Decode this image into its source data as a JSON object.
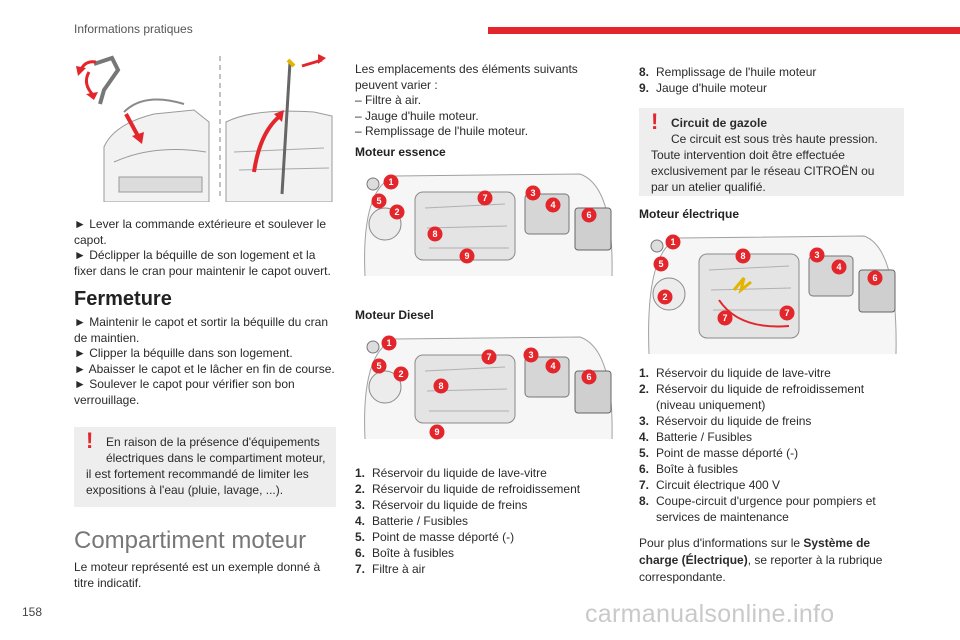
{
  "header": {
    "title": "Informations pratiques"
  },
  "footer": {
    "page_number": "158",
    "watermark": "carmanualsonline.info"
  },
  "col1": {
    "open_steps": [
      "Lever la commande extérieure et soulever le capot.",
      "Déclipper la béquille de son logement et la fixer dans le cran pour maintenir le capot ouvert."
    ],
    "fermeture_title": "Fermeture",
    "fermeture_steps": [
      "Maintenir le capot et sortir la béquille du cran de maintien.",
      "Clipper la béquille dans son logement.",
      "Abaisser le capot et le lâcher en fin de course.",
      "Soulever le capot pour vérifier son bon verrouillage."
    ],
    "warning_first": "En raison de la présence d'équipements électriques dans le compartiment moteur,",
    "warning_rest": "il est fortement recommandé de limiter les expositions à l'eau (pluie, lavage, ...).",
    "section_title": "Compartiment moteur",
    "section_intro": "Le moteur représenté est un exemple donné à titre indicatif."
  },
  "col2": {
    "variations_intro": "Les emplacements des éléments suivants peuvent varier :",
    "variations": [
      "– Filtre à air.",
      "– Jauge d'huile moteur.",
      "– Remplissage de l'huile moteur."
    ],
    "petrol_title": "Moteur essence",
    "diesel_title": "Moteur Diesel",
    "items": [
      {
        "n": "1.",
        "t": "Réservoir du liquide de lave-vitre"
      },
      {
        "n": "2.",
        "t": "Réservoir du liquide de refroidissement"
      },
      {
        "n": "3.",
        "t": "Réservoir du liquide de freins"
      },
      {
        "n": "4.",
        "t": "Batterie / Fusibles"
      },
      {
        "n": "5.",
        "t": "Point de masse déporté (-)"
      },
      {
        "n": "6.",
        "t": "Boîte à fusibles"
      },
      {
        "n": "7.",
        "t": "Filtre à air"
      }
    ]
  },
  "col3": {
    "items_top": [
      {
        "n": "8.",
        "t": "Remplissage de l'huile moteur"
      },
      {
        "n": "9.",
        "t": "Jauge d'huile moteur"
      }
    ],
    "warning_title": "Circuit de gazole",
    "warning_first": "Ce circuit est sous très haute pression.",
    "warning_rest": "Toute intervention doit être effectuée exclusivement par le réseau CITROËN ou par un atelier qualifié.",
    "electric_title": "Moteur électrique",
    "items": [
      {
        "n": "1.",
        "t": "Réservoir du liquide de lave-vitre"
      },
      {
        "n": "2.",
        "t": "Réservoir du liquide de refroidissement (niveau uniquement)"
      },
      {
        "n": "3.",
        "t": "Réservoir du liquide de freins"
      },
      {
        "n": "4.",
        "t": "Batterie / Fusibles"
      },
      {
        "n": "5.",
        "t": "Point de masse déporté (-)"
      },
      {
        "n": "6.",
        "t": "Boîte à fusibles"
      },
      {
        "n": "7.",
        "t": "Circuit électrique 400 V"
      },
      {
        "n": "8.",
        "t": "Coupe-circuit d'urgence pour pompiers et services de maintenance"
      }
    ],
    "more_info_pre": "Pour plus d'informations sur le ",
    "more_info_bold": "Système de charge (Électrique)",
    "more_info_post": ", se reporter à la rubrique correspondante."
  },
  "diagrams": {
    "petrol_labels": [
      "1",
      "5",
      "2",
      "7",
      "3",
      "4",
      "6",
      "8",
      "9"
    ],
    "diesel_labels": [
      "1",
      "5",
      "2",
      "7",
      "3",
      "4",
      "6",
      "8",
      "9"
    ],
    "electric_labels": [
      "1",
      "5",
      "2",
      "8",
      "3",
      "4",
      "6",
      "7",
      "7"
    ]
  },
  "colors": {
    "accent": "#e3262b",
    "warning_bg": "#eeeeee"
  }
}
